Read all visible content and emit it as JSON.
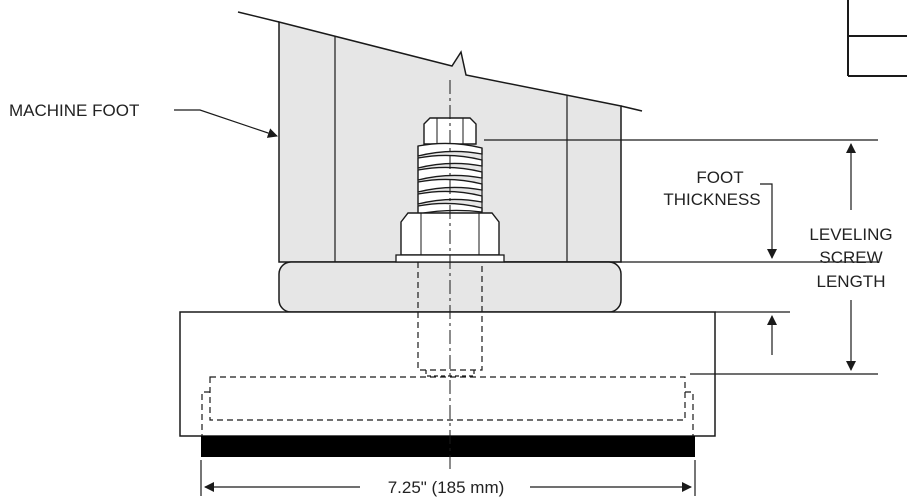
{
  "labels": {
    "machine_foot": "MACHINE FOOT",
    "foot_thickness_line1": "FOOT",
    "foot_thickness_line2": "THICKNESS",
    "leveling_line1": "LEVELING",
    "leveling_line2": "SCREW",
    "leveling_line3": "LENGTH",
    "width_dimension": "7.25\" (185 mm)"
  },
  "colors": {
    "foot_fill": "#e6e6e6",
    "pad_fill": "#000000",
    "line": "#1a1a1a",
    "background": "#ffffff"
  }
}
